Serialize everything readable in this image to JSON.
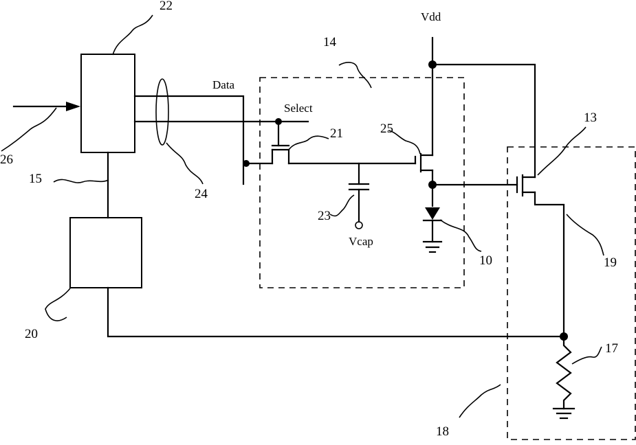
{
  "labels": {
    "vdd": "Vdd",
    "data": "Data",
    "select": "Select",
    "vcap": "Vcap",
    "ref_10": "10",
    "ref_13": "13",
    "ref_14": "14",
    "ref_15": "15",
    "ref_17": "17",
    "ref_18": "18",
    "ref_19": "19",
    "ref_20": "20",
    "ref_21": "21",
    "ref_22": "22",
    "ref_23": "23",
    "ref_24": "24",
    "ref_25": "25",
    "ref_26": "26"
  }
}
